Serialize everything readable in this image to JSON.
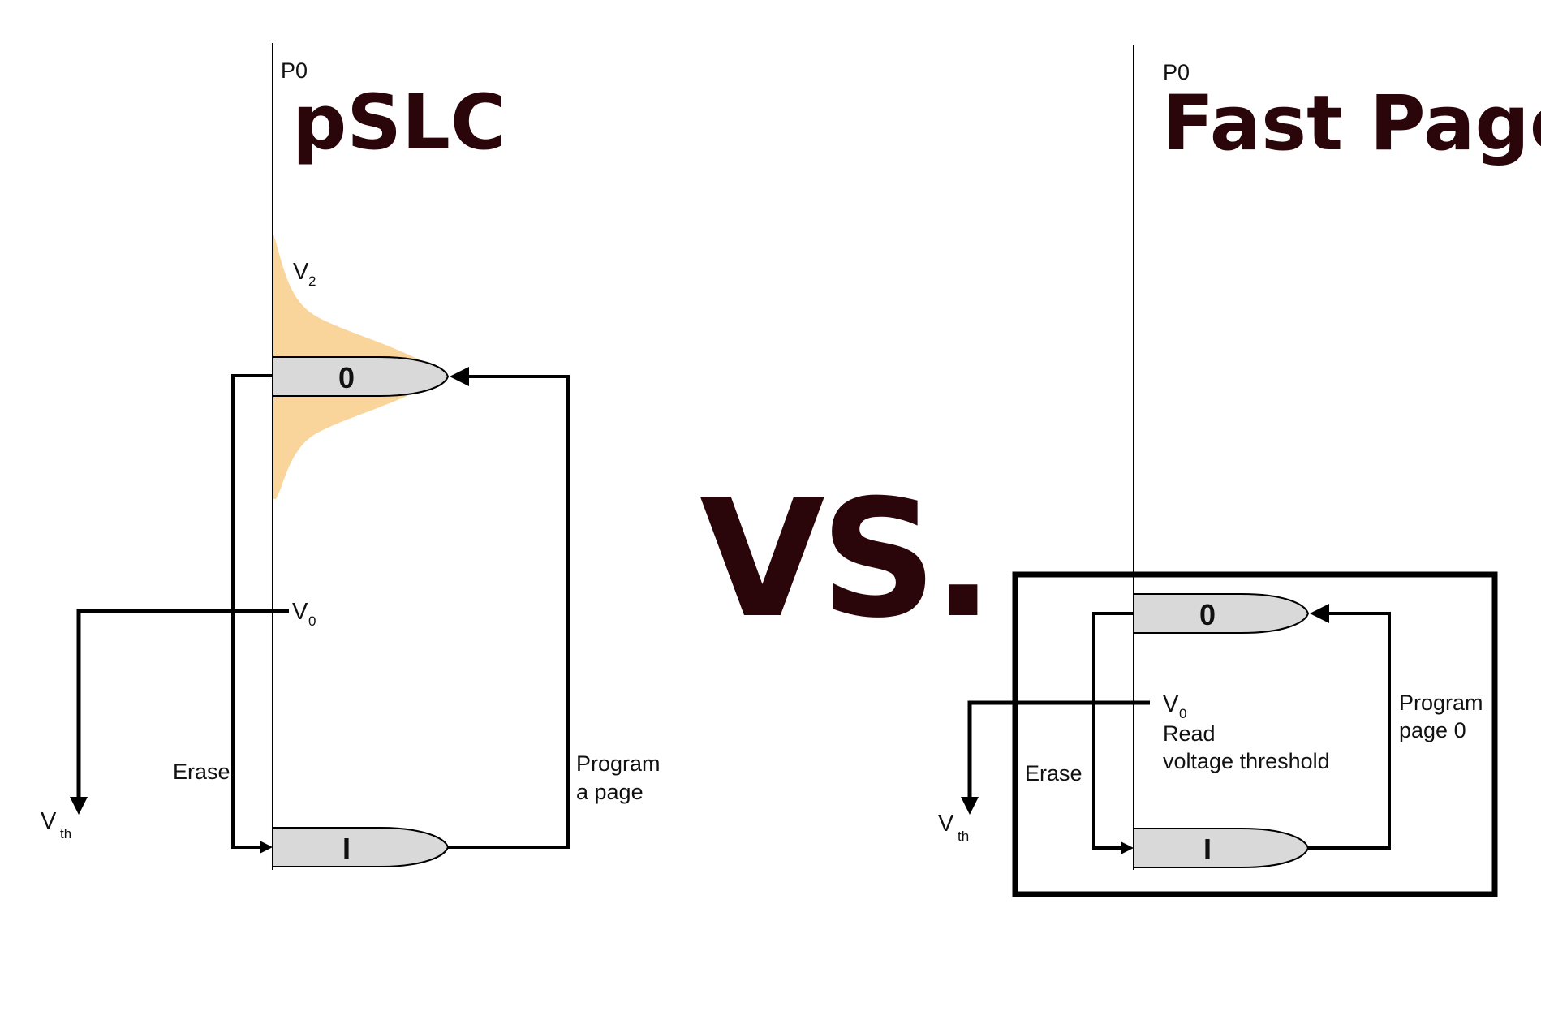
{
  "left_panel": {
    "axis_label": "P0",
    "title": "pSLC",
    "v2_label": "V",
    "v2_sub": "2",
    "v0_label": "V",
    "v0_sub": "0",
    "vth_label": "V",
    "vth_sub": "th",
    "erase_label": "Erase",
    "program_line1": "Program",
    "program_line2": "a page",
    "state_top": "0",
    "state_bottom": "I"
  },
  "vs_text": "VS.",
  "right_panel": {
    "axis_label": "P0",
    "title": "Fast Page",
    "v0_label": "V",
    "v0_sub": "0",
    "read_line1": "Read",
    "read_line2": "voltage threshold",
    "vth_label": "V",
    "vth_sub": "th",
    "erase_label": "Erase",
    "program_line1": "Program",
    "program_line2": "page 0",
    "state_top": "0",
    "state_bottom": "I"
  },
  "colors": {
    "title": "#2a0509",
    "distribution": "#f9d49b",
    "cell_fill": "#d9d9d9"
  }
}
